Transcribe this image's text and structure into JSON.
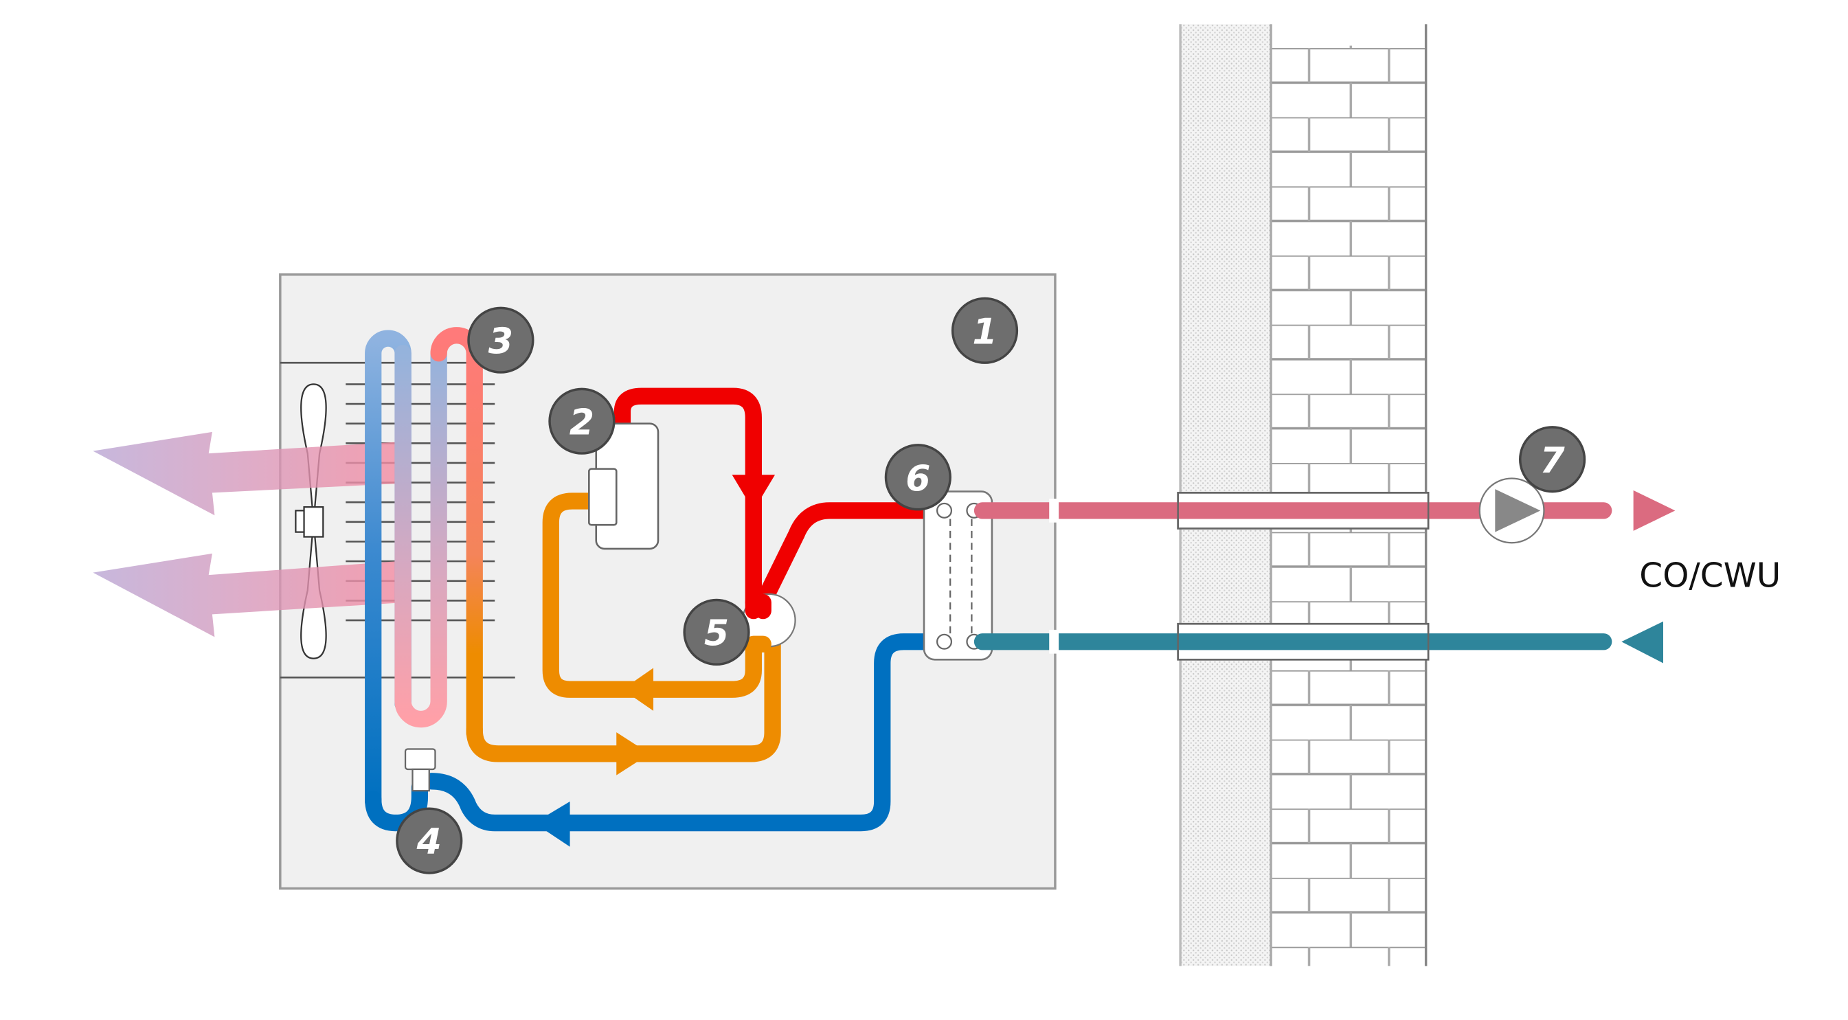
{
  "badges": {
    "unit": "1",
    "compressor": "2",
    "evaporator": "3",
    "expansion_valve": "4",
    "four_way_valve": "5",
    "heat_exchanger": "6",
    "circulation_pump": "7"
  },
  "outlet_label": "CO/CWU",
  "colors": {
    "hot_refrigerant": "#f00000",
    "warm_refrigerant": "#ee8c00",
    "cold_refrigerant": "#0070c0",
    "supply_water": "#db6b80",
    "return_water": "#2e859b",
    "badge": "#6e6e6e",
    "unit_body": "#f0f0f0"
  }
}
